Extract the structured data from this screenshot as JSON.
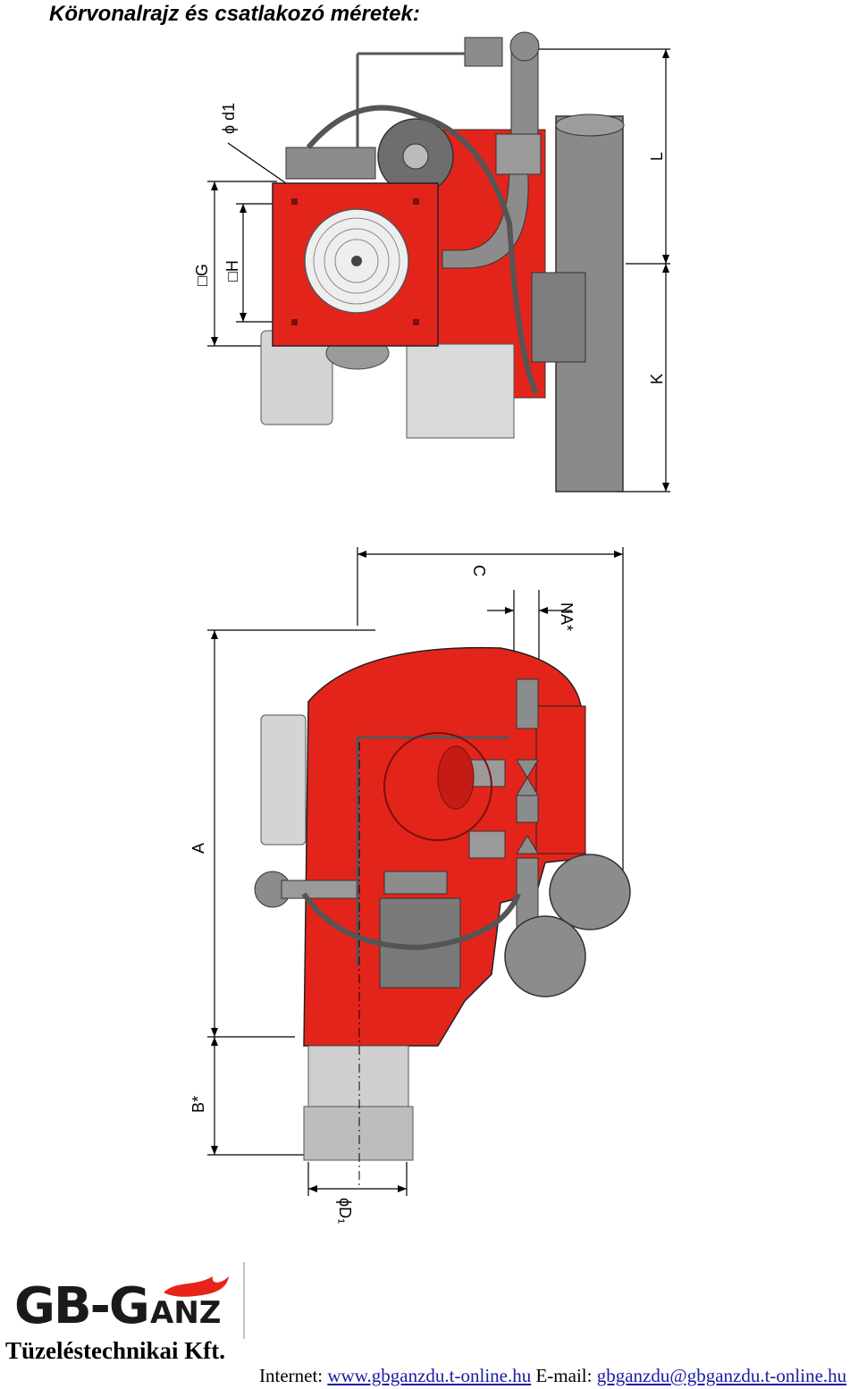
{
  "page_title": "Körvonalrajz és csatlakozó méretek:",
  "dimension_labels": {
    "top_view": {
      "d1": "ϕ d1",
      "G": "□G",
      "H": "□H",
      "L": "L",
      "K": "K"
    },
    "side_view": {
      "C": "C",
      "NA": "NA*",
      "A": "A",
      "B": "B*",
      "D1": "ϕD₁"
    }
  },
  "logo": {
    "text": "GB-GANZ",
    "brand_color": "#1a1a1a",
    "flame_color": "#e8231c"
  },
  "company_name": "Tüzeléstechnikai Kft.",
  "footer": {
    "internet_label": "Internet:",
    "internet_link": "www.gbganzdu.t-online.hu",
    "email_label": "E-mail:",
    "email_link": "gbganzdu@gbganzdu.t-online.hu"
  },
  "colors": {
    "body_red": "#e3241b",
    "steel_gray": "#8c8c8c",
    "light_gray": "#cfcfcf"
  }
}
